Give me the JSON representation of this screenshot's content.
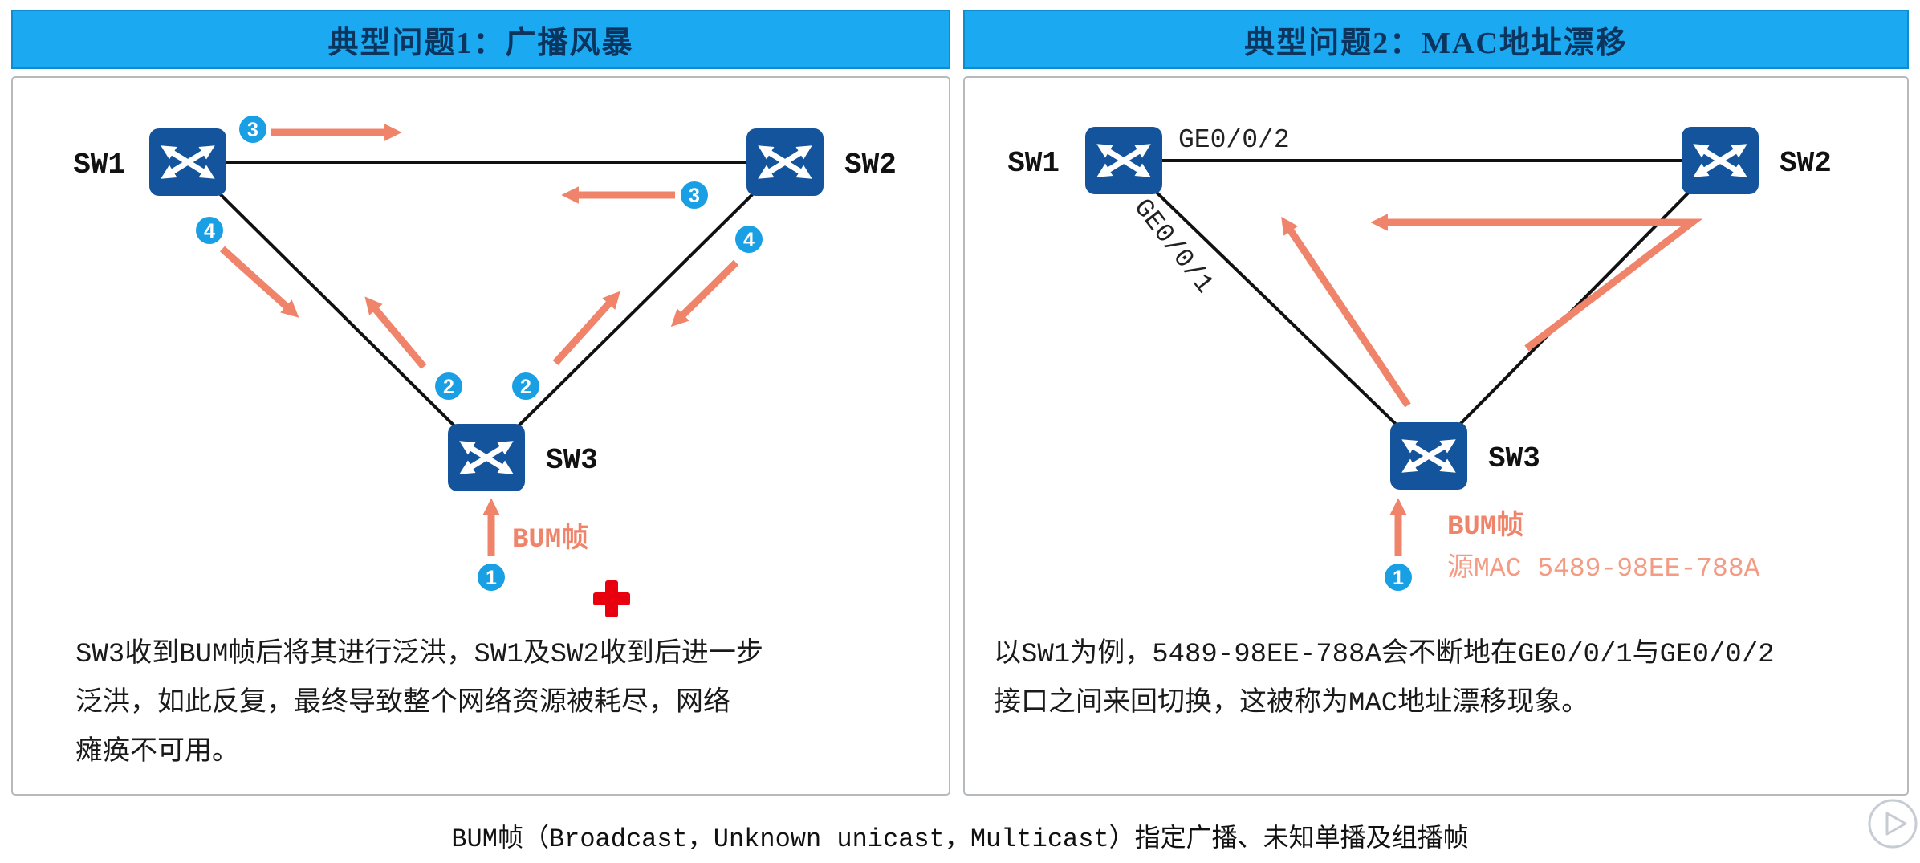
{
  "panels": [
    {
      "title": "典型问题1：广播风暴",
      "nodes": [
        {
          "label": "SW1"
        },
        {
          "label": "SW2"
        },
        {
          "label": "SW3"
        }
      ],
      "badges": [
        "3",
        "3",
        "4",
        "4",
        "2",
        "2",
        "1"
      ],
      "frame_label": "BUM帧",
      "caption_lines": [
        "SW3收到BUM帧后将其进行泛洪，SW1及SW2收到后进一步",
        "泛洪，如此反复，最终导致整个网络资源被耗尽，网络",
        "瘫痪不可用。"
      ]
    },
    {
      "title": "典型问题2：MAC地址漂移",
      "nodes": [
        {
          "label": "SW1"
        },
        {
          "label": "SW2"
        },
        {
          "label": "SW3"
        }
      ],
      "ports": [
        {
          "label": "GE0/0/2"
        },
        {
          "label": "GE0/0/1"
        }
      ],
      "badges": [
        "1"
      ],
      "frame_label": "BUM帧",
      "src_mac": "源MAC 5489-98EE-788A",
      "caption_lines": [
        "以SW1为例，5489-98EE-788A会不断地在GE0/0/1与GE0/0/2",
        "接口之间来回切换，这被称为MAC地址漂移现象。"
      ]
    }
  ],
  "footer": "BUM帧（Broadcast，Unknown unicast，Multicast）指定广播、未知单播及组播帧",
  "colors": {
    "header_bg": "#1BA9F1",
    "header_text": "#0B355E",
    "switch_blue": "#14549C",
    "link_black": "#111111",
    "arrow_salmon": "#F0846A",
    "mac_salmon": "#F49B84",
    "badge_blue": "#189FE4",
    "cross_red": "#E8000E"
  }
}
